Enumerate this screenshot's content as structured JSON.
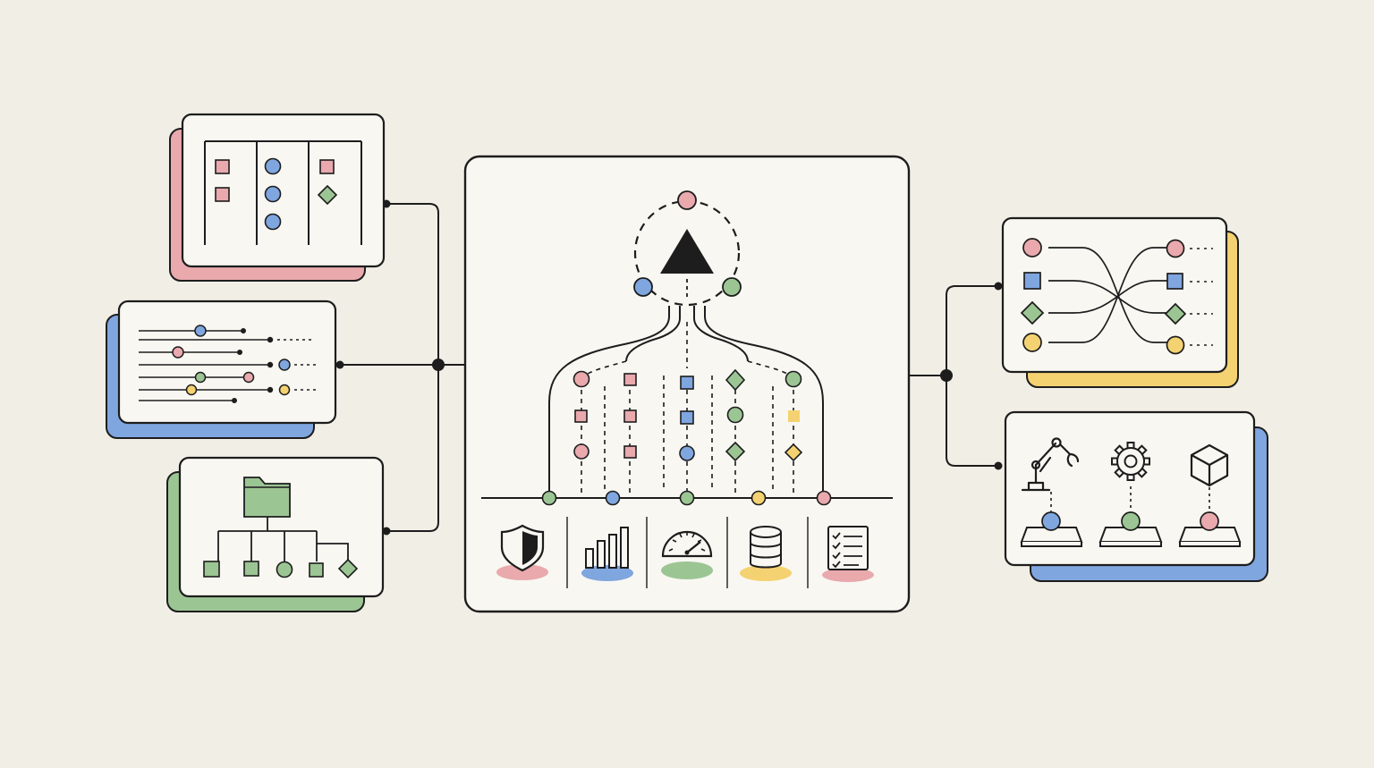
{
  "colors": {
    "background": "#f1eee6",
    "card": "#f8f7f2",
    "ink": "#1d1d1d",
    "red": "#e9a9ad",
    "blue": "#7fa6df",
    "green": "#9cc594",
    "yellow": "#f5d271"
  },
  "left_cards": [
    {
      "name": "kanban-board-card",
      "shadow": "red"
    },
    {
      "name": "timeline-card",
      "shadow": "blue"
    },
    {
      "name": "folder-tree-card",
      "shadow": "green"
    }
  ],
  "right_cards": [
    {
      "name": "routing-card",
      "shadow": "yellow"
    },
    {
      "name": "automation-card",
      "shadow": "blue"
    }
  ],
  "center_panel": {
    "bottom_icons": [
      {
        "name": "shield-icon",
        "color": "red"
      },
      {
        "name": "bar-chart-icon",
        "color": "blue"
      },
      {
        "name": "gauge-icon",
        "color": "green"
      },
      {
        "name": "database-icon",
        "color": "yellow"
      },
      {
        "name": "checklist-icon",
        "color": "red"
      }
    ]
  },
  "automation_items": [
    {
      "name": "robot-arm-icon",
      "color": "blue"
    },
    {
      "name": "gear-icon",
      "color": "green"
    },
    {
      "name": "cube-icon",
      "color": "red"
    }
  ]
}
